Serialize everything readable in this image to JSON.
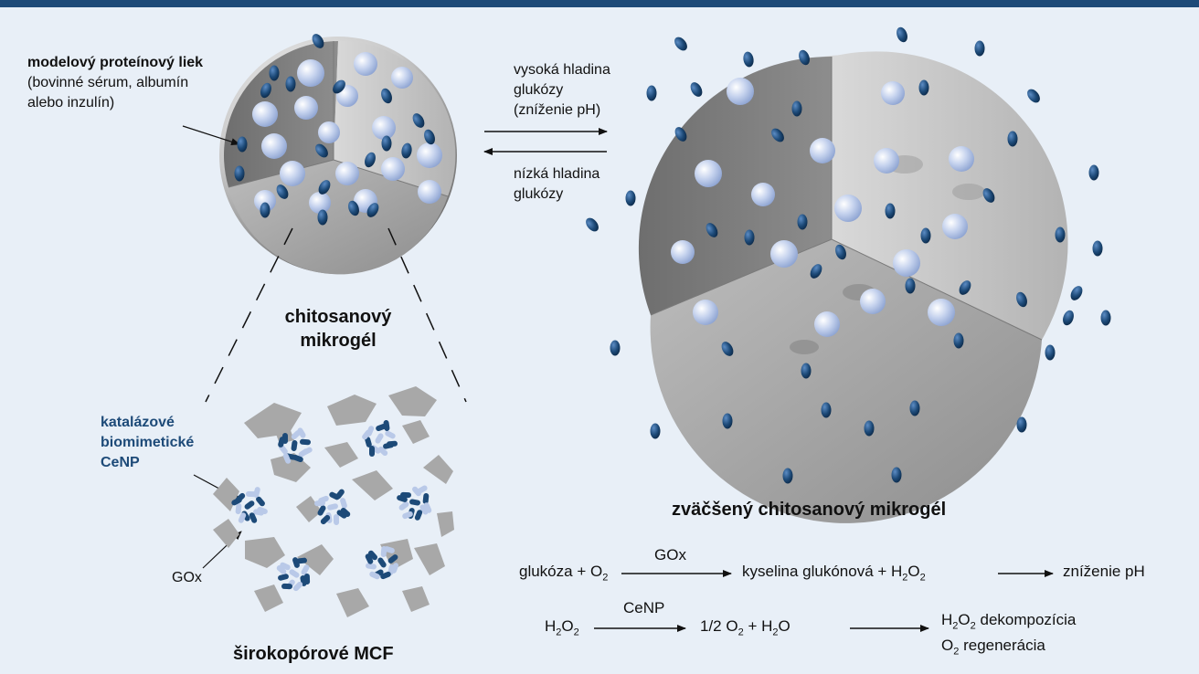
{
  "protein_label": {
    "title": "modelový proteínový liek",
    "line1": "(bovinné sérum, albumín",
    "line2": "alebo inzulín)"
  },
  "arrow_high": {
    "line1": "vysoká hladina",
    "line2": "glukózy",
    "line3": "(zníženie pH)"
  },
  "arrow_low": {
    "line1": "nízká hladina",
    "line2": "glukózy"
  },
  "microgel_label": {
    "line1": "chitosanový",
    "line2": "mikrogél"
  },
  "catalase_label": {
    "line1": "katalázové",
    "line2": "biomimetické",
    "line3": "CeNP"
  },
  "gox_label": "GOx",
  "mcf_label": "širokopórové MCF",
  "enlarged_label": "zväčšený chitosanový mikrogél",
  "reaction1": {
    "reactant": "glukóza + O",
    "reactant_sub": "2",
    "enzyme": "GOx",
    "product_a": "kyselina glukónová + H",
    "product_sub1": "2",
    "product_b": "O",
    "product_sub2": "2",
    "result": "zníženie pH"
  },
  "reaction2": {
    "reactant_a": "H",
    "reactant_sub1": "2",
    "reactant_b": "O",
    "reactant_sub2": "2",
    "catalyst": "CeNP",
    "product_a": "1/2 O",
    "product_sub": "2",
    "product_b": " + H",
    "product_sub2": "2",
    "product_c": "O",
    "result1_a": "H",
    "result1_sub1": "2",
    "result1_b": "O",
    "result1_sub2": "2",
    "result1_c": " dekompozícia",
    "result2_a": "O",
    "result2_sub": "2",
    "result2_b": " regenerácia"
  },
  "colors": {
    "background": "#e8eff7",
    "top_bar": "#1d4a78",
    "drug": "#1d4a78",
    "bead": "#b9c9e8",
    "accent_text": "#1d4a78"
  }
}
